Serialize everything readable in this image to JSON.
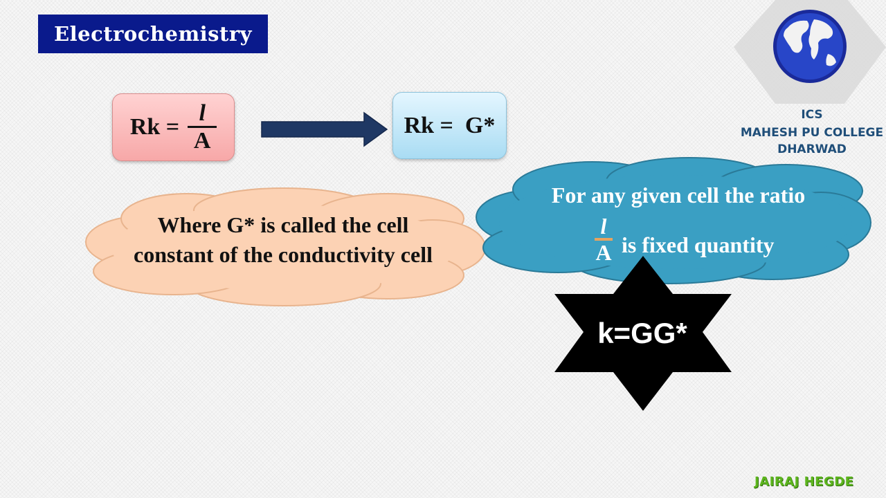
{
  "title": "Electrochemistry",
  "formula_left": {
    "lhs": "Rk =",
    "numerator": "l",
    "denominator": "A"
  },
  "formula_right": {
    "text": "Rk =  G*"
  },
  "cloud_left": {
    "text": "Where G* is called the cell constant of the conductivity cell"
  },
  "cloud_right": {
    "line1": "For any given cell the ratio",
    "numerator": "l",
    "denominator": "A",
    "line2": "is fixed quantity"
  },
  "star": {
    "text": "k=GG*"
  },
  "logo": {
    "name": "ICS",
    "college": "MAHESH PU COLLEGE",
    "city": "DHARWAD",
    "icon": "globe-icon"
  },
  "author": "JAIRAJ HEGDE",
  "colors": {
    "title_bg": "#0a1a8c",
    "cloud_left": "#fcd2b4",
    "cloud_right": "#3a9fc3",
    "arrow": "#1f3864",
    "author": "#5db51e"
  }
}
